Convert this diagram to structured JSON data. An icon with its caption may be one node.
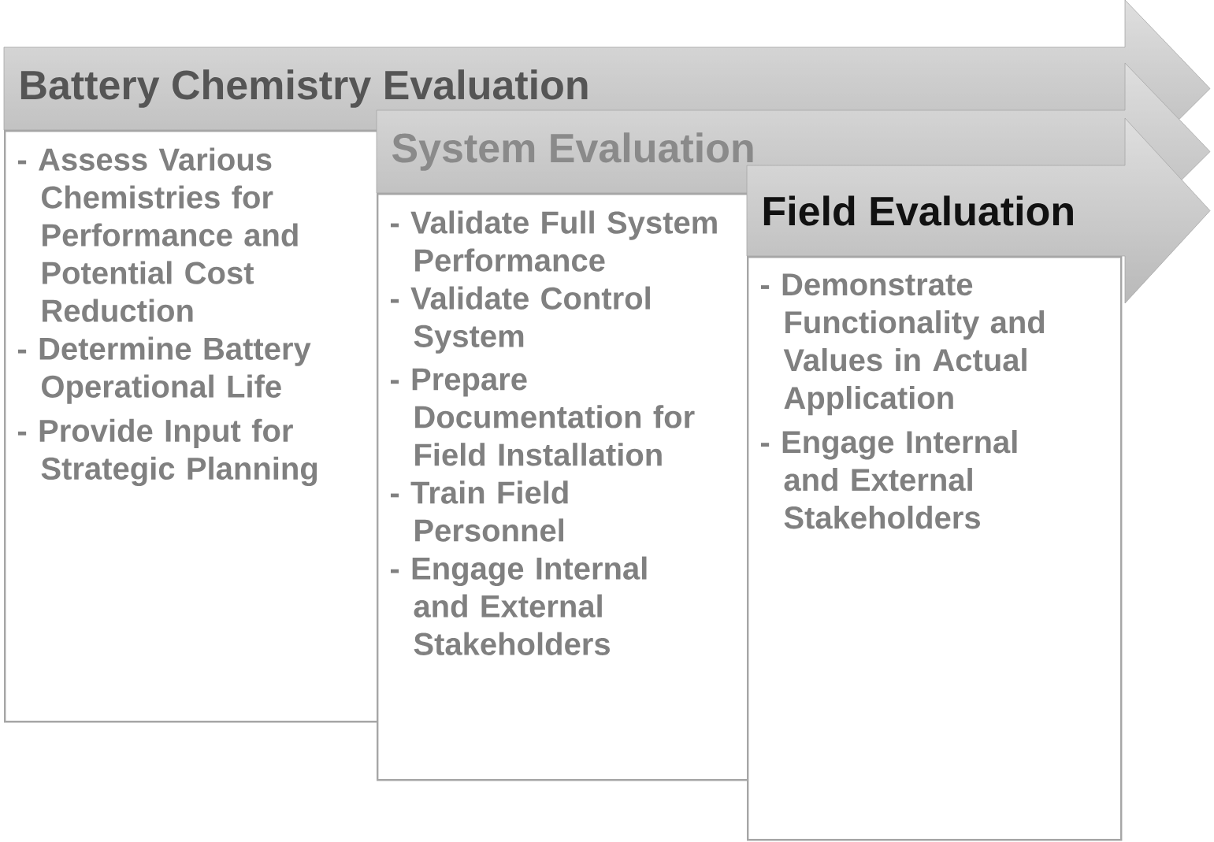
{
  "diagram": {
    "nodes": [
      {
        "text": [
          "Battery Chemistry Evaluation",
          "- Assess Various Chemistries for Performance and Potential Cost Reduction",
          "- Determine Battery Operational Life",
          "- Provide Input for Strategic Planning"
        ]
      },
      {
        "text": [
          "System Evaluation",
          "- Validate Full System Performance",
          "- Validate Control System",
          "- Prepare Documentation for Field Installation",
          "- Train Field Personnel",
          "- Engage Internal and External Stakeholders"
        ]
      },
      {
        "text": [
          "Field Evaluation",
          "- Demonstrate Functionality and Values in Actual Application",
          "- Engage Internal and External Stakeholders"
        ]
      }
    ]
  }
}
